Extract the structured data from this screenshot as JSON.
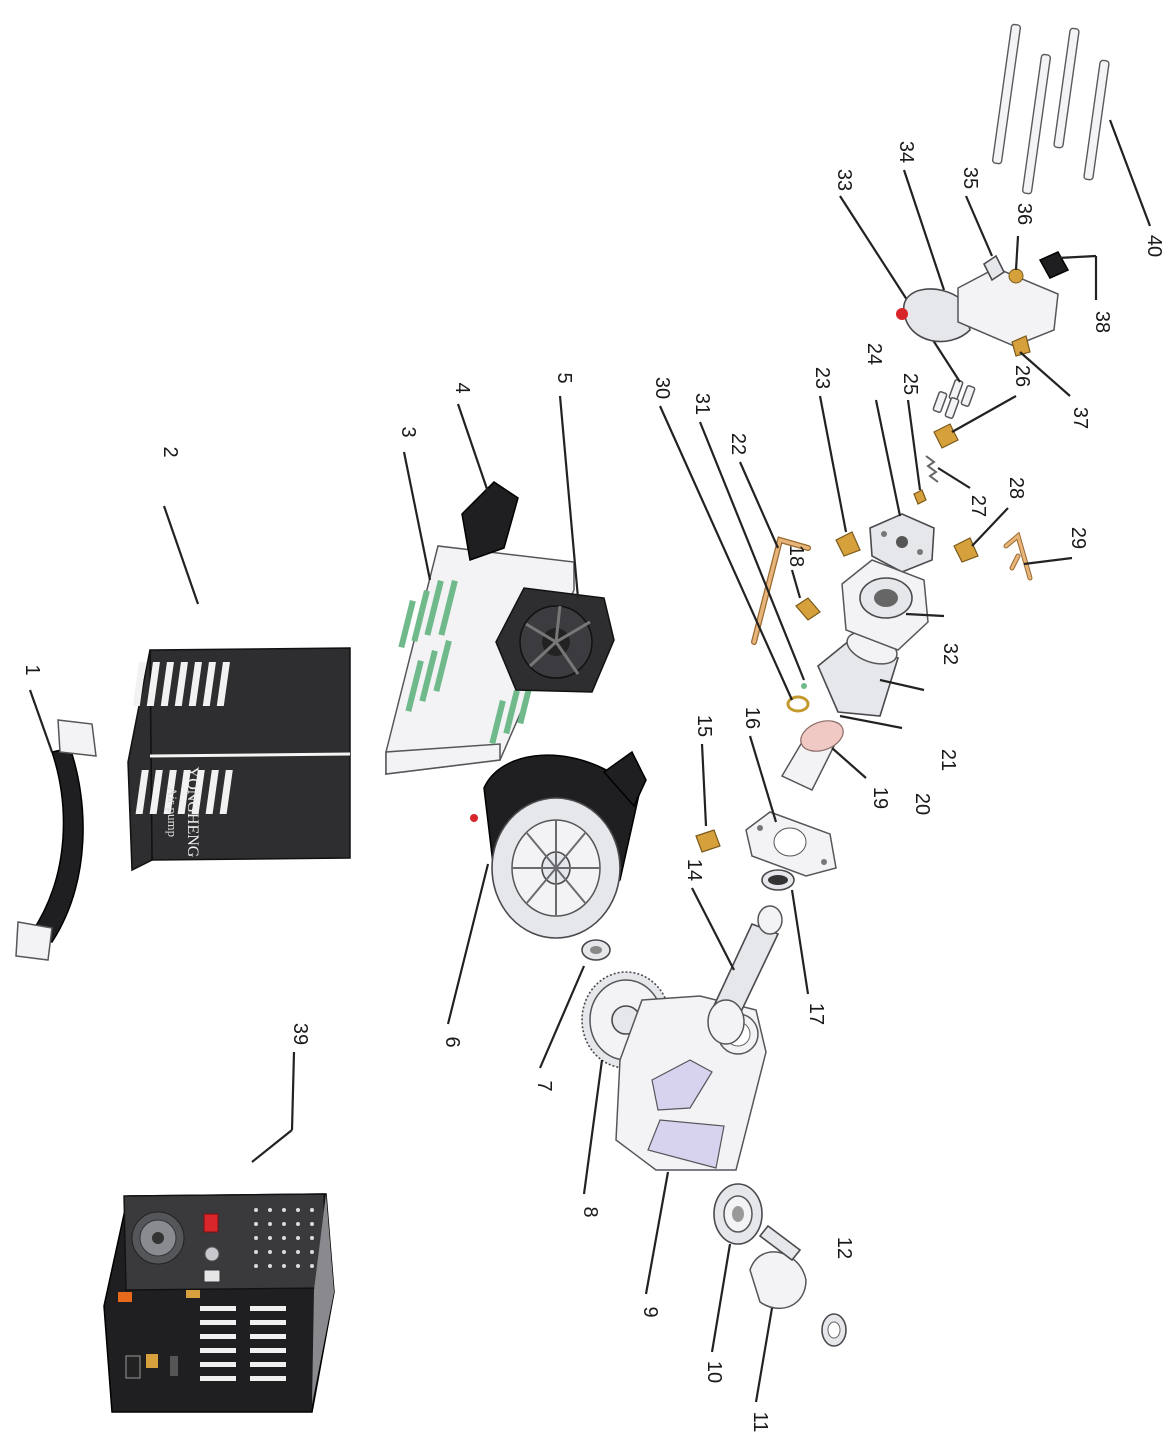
{
  "diagram": {
    "callouts": [
      {
        "id": "callout-1",
        "text": "1"
      },
      {
        "id": "callout-2",
        "text": "2"
      },
      {
        "id": "callout-3",
        "text": "3"
      },
      {
        "id": "callout-4",
        "text": "4"
      },
      {
        "id": "callout-5",
        "text": "5"
      },
      {
        "id": "callout-6",
        "text": "6"
      },
      {
        "id": "callout-7",
        "text": "7"
      },
      {
        "id": "callout-8",
        "text": "8"
      },
      {
        "id": "callout-9",
        "text": "9"
      },
      {
        "id": "callout-10",
        "text": "10"
      },
      {
        "id": "callout-11",
        "text": "11"
      },
      {
        "id": "callout-12",
        "text": "12"
      },
      {
        "id": "callout-14",
        "text": "14"
      },
      {
        "id": "callout-15",
        "text": "15"
      },
      {
        "id": "callout-16",
        "text": "16"
      },
      {
        "id": "callout-17",
        "text": "17"
      },
      {
        "id": "callout-18",
        "text": "18"
      },
      {
        "id": "callout-19",
        "text": "19"
      },
      {
        "id": "callout-20",
        "text": "20"
      },
      {
        "id": "callout-21",
        "text": "21"
      },
      {
        "id": "callout-22",
        "text": "22"
      },
      {
        "id": "callout-23",
        "text": "23"
      },
      {
        "id": "callout-24",
        "text": "24"
      },
      {
        "id": "callout-25",
        "text": "25"
      },
      {
        "id": "callout-26",
        "text": "26"
      },
      {
        "id": "callout-27",
        "text": "27"
      },
      {
        "id": "callout-28",
        "text": "28"
      },
      {
        "id": "callout-29",
        "text": "29"
      },
      {
        "id": "callout-30",
        "text": "30"
      },
      {
        "id": "callout-31",
        "text": "31"
      },
      {
        "id": "callout-32",
        "text": "32"
      },
      {
        "id": "callout-33",
        "text": "33"
      },
      {
        "id": "callout-34",
        "text": "34"
      },
      {
        "id": "callout-35",
        "text": "35"
      },
      {
        "id": "callout-36",
        "text": "36"
      },
      {
        "id": "callout-37",
        "text": "37"
      },
      {
        "id": "callout-38",
        "text": "38"
      },
      {
        "id": "callout-39",
        "text": "39"
      },
      {
        "id": "callout-40",
        "text": "40"
      }
    ],
    "cover_brand": "YONGHENG",
    "cover_subtitle": "Air pump",
    "colors": {
      "housing": "#2e2e30",
      "metal": "#e6e7ea",
      "brass": "#d6a03c",
      "copper": "#e7b47a",
      "lavender": "#d7d2ee",
      "seal": "#f1c9c4",
      "indicator_red": "#d9262a"
    }
  }
}
